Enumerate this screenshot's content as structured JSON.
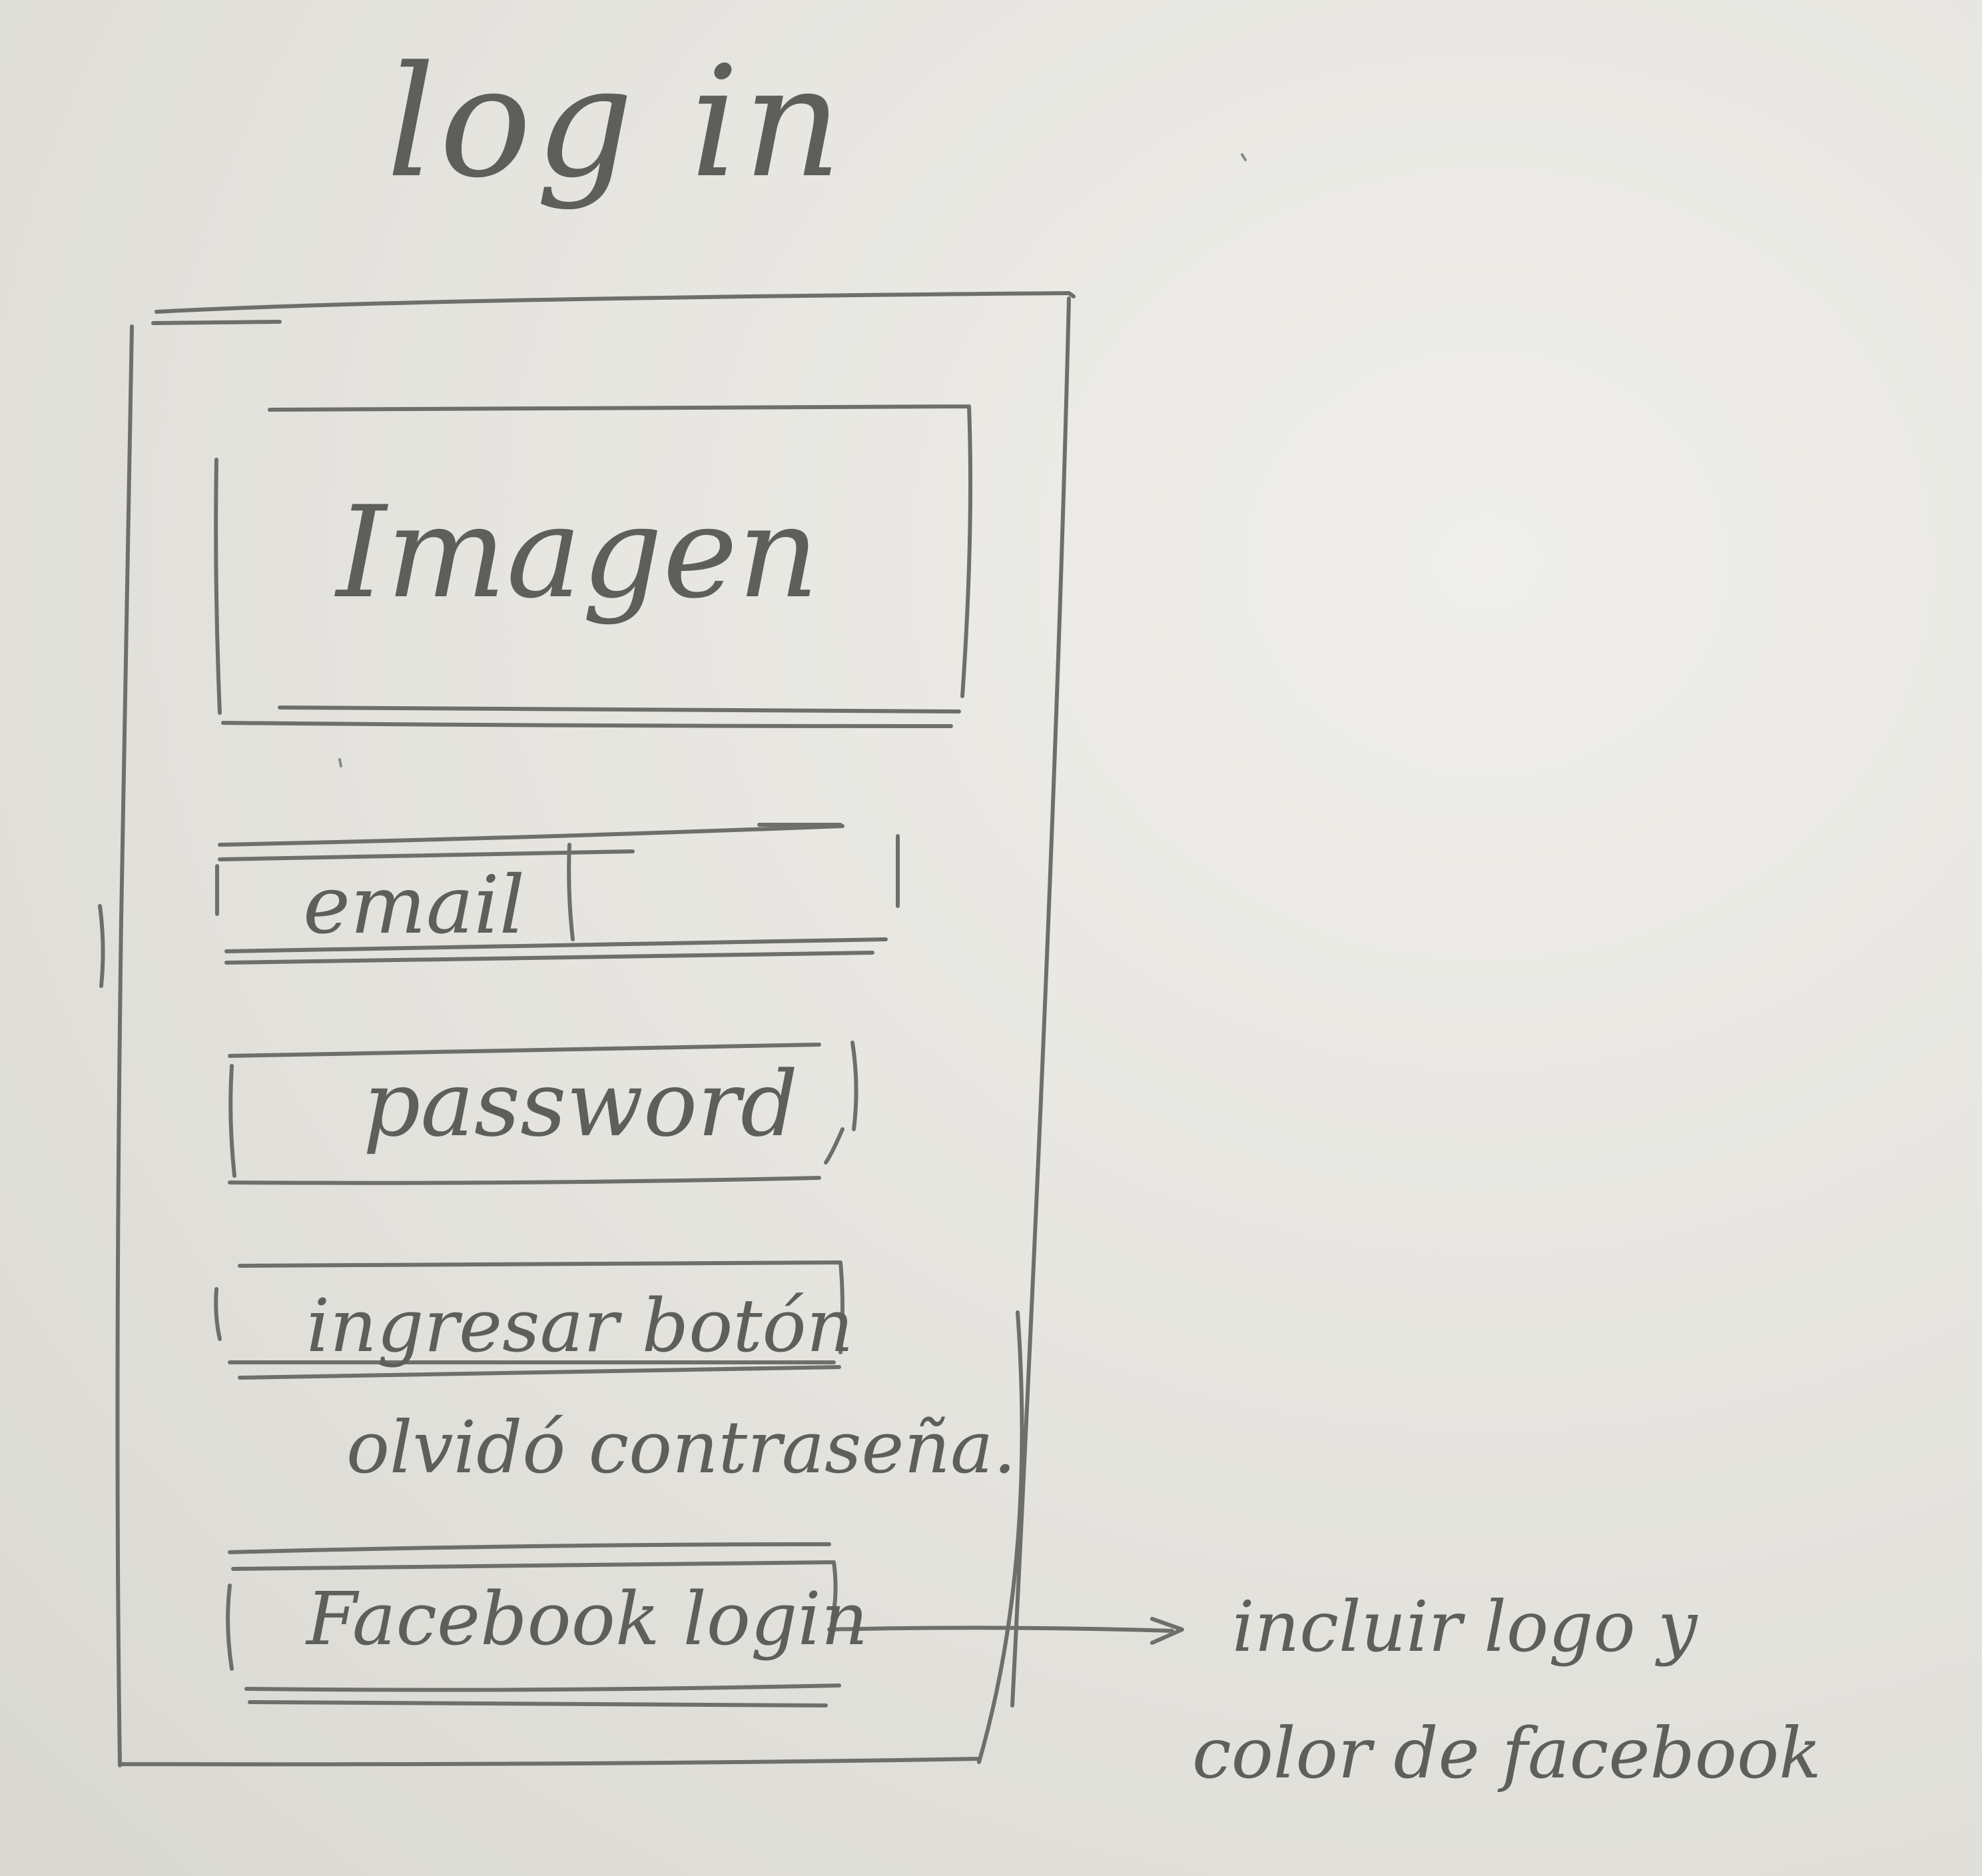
{
  "title": "log in",
  "image_placeholder": "Imagen",
  "email_label": "email",
  "password_label": "password",
  "login_button": "ingresar botón",
  "forgot_password": "olvidó contraseña.",
  "facebook_button": "Facebook login",
  "annotation": {
    "line1": "incluir logo y",
    "line2": "color de facebook"
  }
}
